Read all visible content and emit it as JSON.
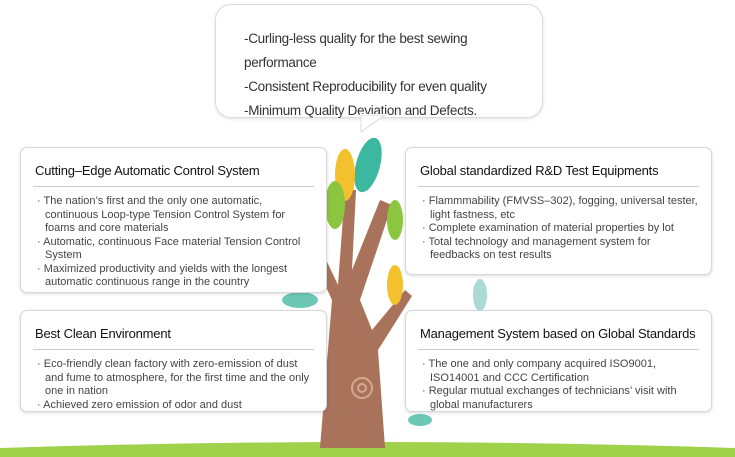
{
  "bubble": {
    "lines": [
      "-Curling-less quality for the best sewing performance",
      "-Consistent Reproducibility for even quality",
      "-Minimum Quality Deviation and Defects."
    ]
  },
  "boxes": [
    {
      "title": "Cutting–Edge Automatic Control System",
      "items": [
        "The nation’s first and the only one automatic, continuous Loop-type Tension Control System for foams and core materials",
        "Automatic, continuous Face material Tension Control System",
        "Maximized productivity and yields with the longest automatic continuous range in the country"
      ]
    },
    {
      "title": "Global standardized R&D Test Equipments",
      "items": [
        "Flammmability (FMVSS–302), fogging, universal tester, light fastness, etc",
        "Complete examination of material properties by lot",
        "Total technology and  management system for feedbacks on test results"
      ]
    },
    {
      "title": "Best Clean Environment",
      "items": [
        "Eco-friendly  clean factory with zero-emission of dust and fume to atmosphere, for the first time and the only one in nation",
        "Achieved zero emission of odor and dust"
      ]
    },
    {
      "title": "Management System based on Global Standards",
      "items": [
        "The one and only company acquired ISO9001, ISO14001 and CCC Certification",
        "Regular mutual exchanges of technicians’  visit with global manufacturers"
      ]
    }
  ]
}
